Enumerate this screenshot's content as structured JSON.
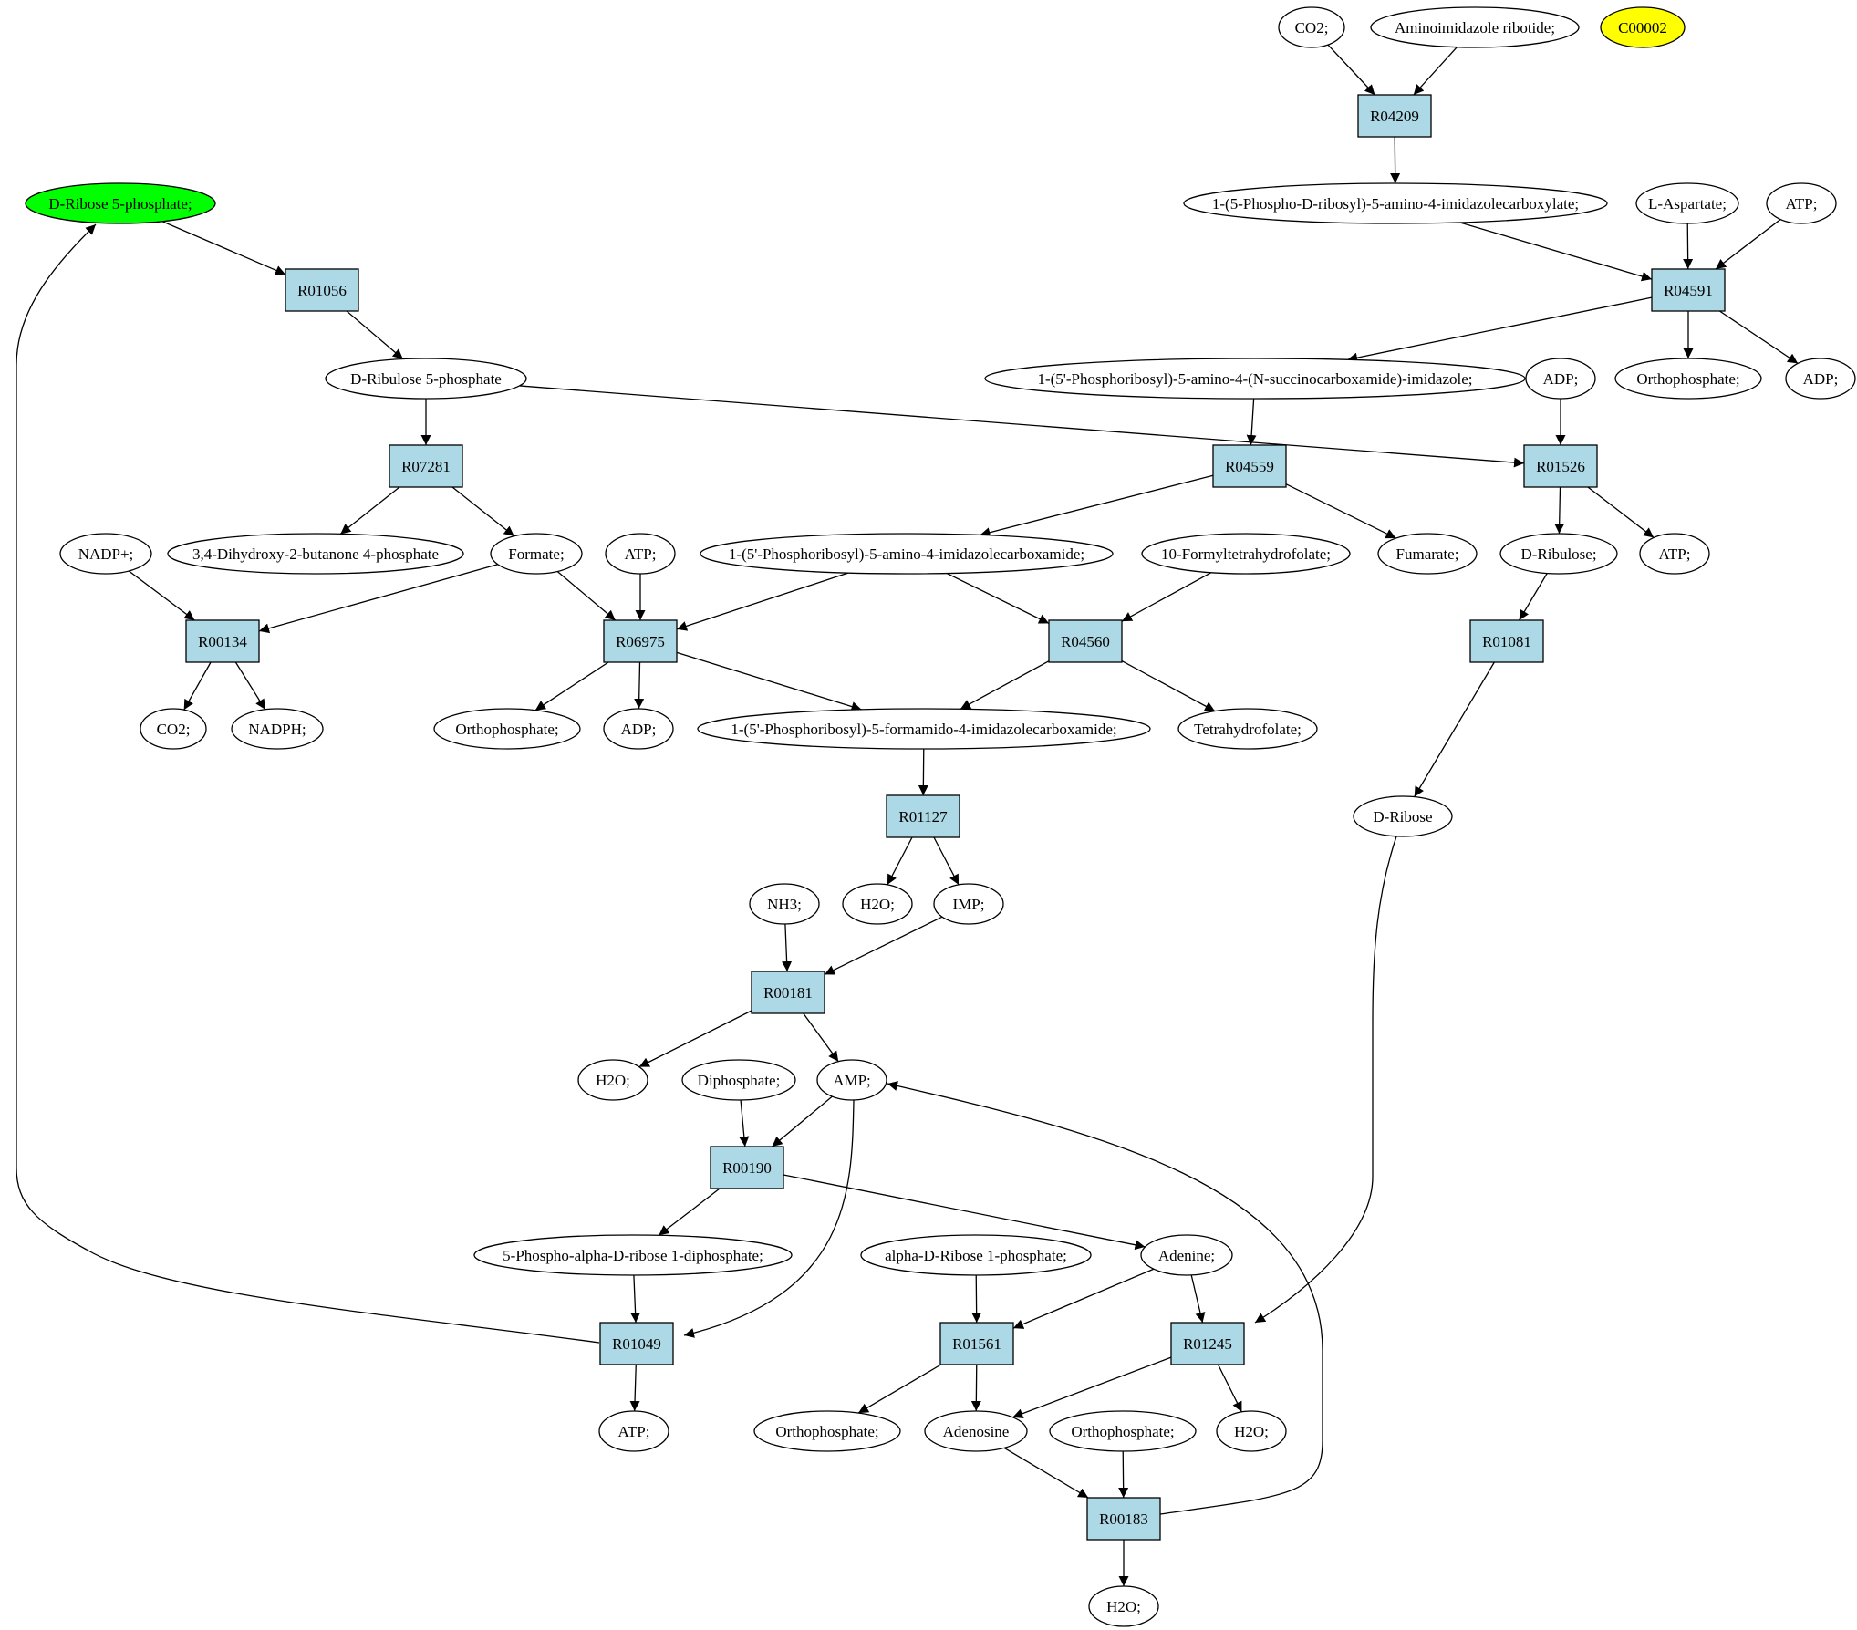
{
  "nodes": [
    {
      "id": "c_co2_top",
      "label": "CO2;",
      "shape": "ellipse"
    },
    {
      "id": "c_air",
      "label": "Aminoimidazole ribotide;",
      "shape": "ellipse"
    },
    {
      "id": "c_c00002",
      "label": "C00002",
      "shape": "ellipse",
      "fill": "#ffff00"
    },
    {
      "id": "r04209",
      "label": "R04209",
      "shape": "box"
    },
    {
      "id": "c_caair",
      "label": "1-(5-Phospho-D-ribosyl)-5-amino-4-imidazolecarboxylate;",
      "shape": "ellipse"
    },
    {
      "id": "c_asp",
      "label": "L-Aspartate;",
      "shape": "ellipse"
    },
    {
      "id": "c_atp_r04591",
      "label": "ATP;",
      "shape": "ellipse"
    },
    {
      "id": "c_r5p",
      "label": "D-Ribose 5-phosphate;",
      "shape": "ellipse",
      "fill": "#00ff00"
    },
    {
      "id": "r04591",
      "label": "R04591",
      "shape": "box"
    },
    {
      "id": "r01056",
      "label": "R01056",
      "shape": "box"
    },
    {
      "id": "c_ru5p",
      "label": "D-Ribulose 5-phosphate",
      "shape": "ellipse"
    },
    {
      "id": "c_saicar",
      "label": "1-(5'-Phosphoribosyl)-5-amino-4-(N-succinocarboxamide)-imidazole;",
      "shape": "ellipse"
    },
    {
      "id": "c_adp_r01526",
      "label": "ADP;",
      "shape": "ellipse"
    },
    {
      "id": "c_pi_r04591",
      "label": "Orthophosphate;",
      "shape": "ellipse"
    },
    {
      "id": "c_adp_r04591",
      "label": "ADP;",
      "shape": "ellipse"
    },
    {
      "id": "r07281",
      "label": "R07281",
      "shape": "box"
    },
    {
      "id": "r04559",
      "label": "R04559",
      "shape": "box"
    },
    {
      "id": "r01526",
      "label": "R01526",
      "shape": "box"
    },
    {
      "id": "c_nadp",
      "label": "NADP+;",
      "shape": "ellipse"
    },
    {
      "id": "c_dhbp",
      "label": "3,4-Dihydroxy-2-butanone 4-phosphate",
      "shape": "ellipse"
    },
    {
      "id": "c_formate",
      "label": "Formate;",
      "shape": "ellipse"
    },
    {
      "id": "c_atp_r06975",
      "label": "ATP;",
      "shape": "ellipse"
    },
    {
      "id": "c_aicar",
      "label": "1-(5'-Phosphoribosyl)-5-amino-4-imidazolecarboxamide;",
      "shape": "ellipse"
    },
    {
      "id": "c_fthf",
      "label": "10-Formyltetrahydrofolate;",
      "shape": "ellipse"
    },
    {
      "id": "c_fumarate",
      "label": "Fumarate;",
      "shape": "ellipse"
    },
    {
      "id": "c_ribulose",
      "label": "D-Ribulose;",
      "shape": "ellipse"
    },
    {
      "id": "c_atp_r01526",
      "label": "ATP;",
      "shape": "ellipse"
    },
    {
      "id": "r00134",
      "label": "R00134",
      "shape": "box"
    },
    {
      "id": "r06975",
      "label": "R06975",
      "shape": "box"
    },
    {
      "id": "r04560",
      "label": "R04560",
      "shape": "box"
    },
    {
      "id": "r01081",
      "label": "R01081",
      "shape": "box"
    },
    {
      "id": "c_co2_r00134",
      "label": "CO2;",
      "shape": "ellipse"
    },
    {
      "id": "c_nadph",
      "label": "NADPH;",
      "shape": "ellipse"
    },
    {
      "id": "c_pi_r06975",
      "label": "Orthophosphate;",
      "shape": "ellipse"
    },
    {
      "id": "c_adp_r06975",
      "label": "ADP;",
      "shape": "ellipse"
    },
    {
      "id": "c_faicar",
      "label": "1-(5'-Phosphoribosyl)-5-formamido-4-imidazolecarboxamide;",
      "shape": "ellipse"
    },
    {
      "id": "c_thf",
      "label": "Tetrahydrofolate;",
      "shape": "ellipse"
    },
    {
      "id": "r01127",
      "label": "R01127",
      "shape": "box"
    },
    {
      "id": "c_ribose",
      "label": "D-Ribose",
      "shape": "ellipse"
    },
    {
      "id": "c_nh3",
      "label": "NH3;",
      "shape": "ellipse"
    },
    {
      "id": "c_h2o_r01127",
      "label": "H2O;",
      "shape": "ellipse"
    },
    {
      "id": "c_imp",
      "label": "IMP;",
      "shape": "ellipse"
    },
    {
      "id": "r00181",
      "label": "R00181",
      "shape": "box"
    },
    {
      "id": "c_h2o_r00181",
      "label": "H2O;",
      "shape": "ellipse"
    },
    {
      "id": "c_ppi",
      "label": "Diphosphate;",
      "shape": "ellipse"
    },
    {
      "id": "c_amp",
      "label": "AMP;",
      "shape": "ellipse"
    },
    {
      "id": "r00190",
      "label": "R00190",
      "shape": "box"
    },
    {
      "id": "c_prpp",
      "label": "5-Phospho-alpha-D-ribose 1-diphosphate;",
      "shape": "ellipse"
    },
    {
      "id": "c_r1p",
      "label": "alpha-D-Ribose 1-phosphate;",
      "shape": "ellipse"
    },
    {
      "id": "c_adenine",
      "label": "Adenine;",
      "shape": "ellipse"
    },
    {
      "id": "r01049",
      "label": "R01049",
      "shape": "box"
    },
    {
      "id": "r01561",
      "label": "R01561",
      "shape": "box"
    },
    {
      "id": "r01245",
      "label": "R01245",
      "shape": "box"
    },
    {
      "id": "c_atp_r01049",
      "label": "ATP;",
      "shape": "ellipse"
    },
    {
      "id": "c_pi_r01561",
      "label": "Orthophosphate;",
      "shape": "ellipse"
    },
    {
      "id": "c_adenosine",
      "label": "Adenosine",
      "shape": "ellipse"
    },
    {
      "id": "c_pi_r00183",
      "label": "Orthophosphate;",
      "shape": "ellipse"
    },
    {
      "id": "c_h2o_r01245",
      "label": "H2O;",
      "shape": "ellipse"
    },
    {
      "id": "r00183",
      "label": "R00183",
      "shape": "box"
    },
    {
      "id": "c_h2o_r00183",
      "label": "H2O;",
      "shape": "ellipse"
    }
  ],
  "edges": [
    [
      "c_co2_top",
      "r04209"
    ],
    [
      "c_air",
      "r04209"
    ],
    [
      "r04209",
      "c_caair"
    ],
    [
      "c_caair",
      "r04591"
    ],
    [
      "c_asp",
      "r04591"
    ],
    [
      "c_atp_r04591",
      "r04591"
    ],
    [
      "r04591",
      "c_saicar"
    ],
    [
      "r04591",
      "c_pi_r04591"
    ],
    [
      "r04591",
      "c_adp_r04591"
    ],
    [
      "c_r5p",
      "r01056"
    ],
    [
      "r01056",
      "c_ru5p"
    ],
    [
      "c_ru5p",
      "r07281"
    ],
    [
      "c_ru5p",
      "r01526"
    ],
    [
      "c_adp_r01526",
      "r01526"
    ],
    [
      "c_saicar",
      "r04559"
    ],
    [
      "r04559",
      "c_aicar"
    ],
    [
      "r04559",
      "c_fumarate"
    ],
    [
      "r07281",
      "c_dhbp"
    ],
    [
      "r07281",
      "c_formate"
    ],
    [
      "r01526",
      "c_ribulose"
    ],
    [
      "r01526",
      "c_atp_r01526"
    ],
    [
      "c_nadp",
      "r00134"
    ],
    [
      "c_formate",
      "r00134"
    ],
    [
      "c_formate",
      "r06975"
    ],
    [
      "c_atp_r06975",
      "r06975"
    ],
    [
      "c_aicar",
      "r06975"
    ],
    [
      "c_aicar",
      "r04560"
    ],
    [
      "c_fthf",
      "r04560"
    ],
    [
      "c_ribulose",
      "r01081"
    ],
    [
      "r00134",
      "c_co2_r00134"
    ],
    [
      "r00134",
      "c_nadph"
    ],
    [
      "r06975",
      "c_pi_r06975"
    ],
    [
      "r06975",
      "c_adp_r06975"
    ],
    [
      "r06975",
      "c_faicar"
    ],
    [
      "r04560",
      "c_faicar"
    ],
    [
      "r04560",
      "c_thf"
    ],
    [
      "c_faicar",
      "r01127"
    ],
    [
      "r01081",
      "c_ribose"
    ],
    [
      "r01127",
      "c_h2o_r01127"
    ],
    [
      "r01127",
      "c_imp"
    ],
    [
      "c_nh3",
      "r00181"
    ],
    [
      "c_imp",
      "r00181"
    ],
    [
      "r00181",
      "c_h2o_r00181"
    ],
    [
      "r00181",
      "c_amp"
    ],
    [
      "c_ppi",
      "r00190"
    ],
    [
      "c_amp",
      "r00190"
    ],
    [
      "r00190",
      "c_prpp"
    ],
    [
      "r00190",
      "c_adenine"
    ],
    [
      "c_prpp",
      "r01049"
    ],
    [
      "c_amp",
      "r01049"
    ],
    [
      "r01049",
      "c_r5p"
    ],
    [
      "r01049",
      "c_atp_r01049"
    ],
    [
      "c_r1p",
      "r01561"
    ],
    [
      "c_adenine",
      "r01561"
    ],
    [
      "c_adenine",
      "r01245"
    ],
    [
      "c_ribose",
      "r01245"
    ],
    [
      "r01561",
      "c_pi_r01561"
    ],
    [
      "r01561",
      "c_adenosine"
    ],
    [
      "r01245",
      "c_adenosine"
    ],
    [
      "r01245",
      "c_h2o_r01245"
    ],
    [
      "c_adenosine",
      "r00183"
    ],
    [
      "c_pi_r00183",
      "r00183"
    ],
    [
      "r00183",
      "c_h2o_r00183"
    ],
    [
      "r00183",
      "c_amp"
    ]
  ]
}
